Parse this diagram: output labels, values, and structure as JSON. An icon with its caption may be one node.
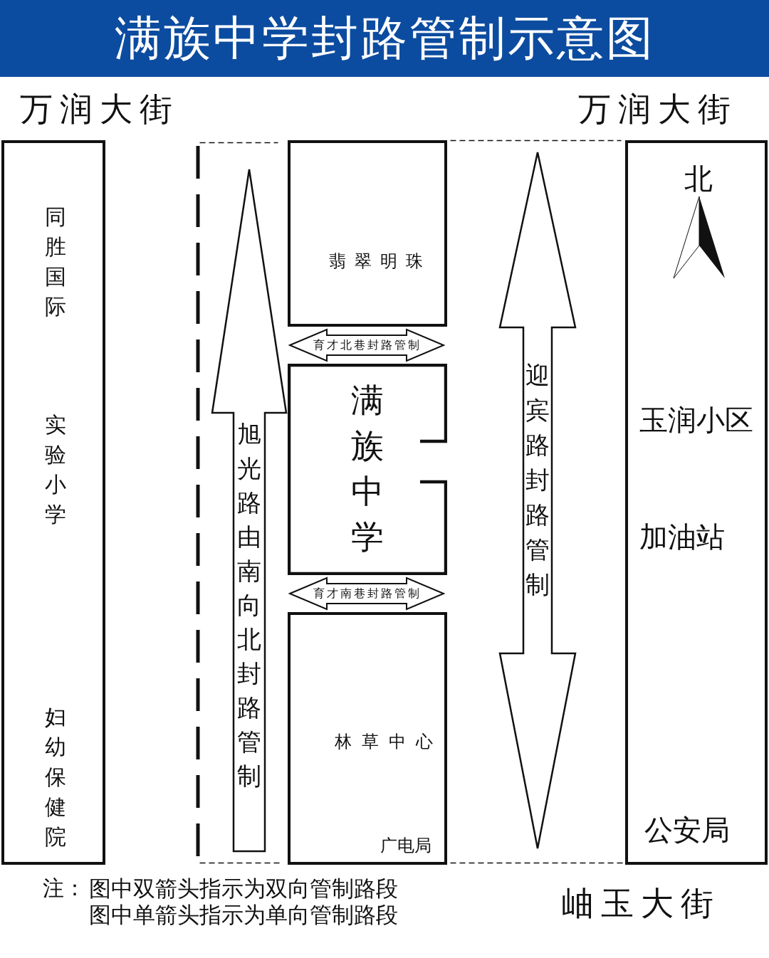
{
  "diagram": {
    "title": "满族中学封路管制示意图",
    "nodes": [
      {
        "text": [
          "同胜国际",
          "实验小学",
          "妇幼保健院"
        ]
      },
      {
        "text": [
          "旭光路由南向北封路管制"
        ]
      },
      {
        "text": [
          "翡翠明珠"
        ]
      },
      {
        "text": [
          "育才北巷封路管制"
        ]
      },
      {
        "text": [
          "满族中学"
        ]
      },
      {
        "text": [
          "育才南巷封路管制"
        ]
      },
      {
        "text": [
          "林草中心",
          "广电局"
        ]
      },
      {
        "text": [
          "迎宾路封路管制"
        ]
      },
      {
        "text": [
          "玉润小区",
          "加油站",
          "公安局"
        ]
      }
    ],
    "labels": [
      "万润大街",
      "万润大街",
      "北",
      "注：",
      "图中双箭头指示为双向管制路段",
      "图中单箭头指示为单向管制路段",
      "岫玉大街"
    ]
  }
}
